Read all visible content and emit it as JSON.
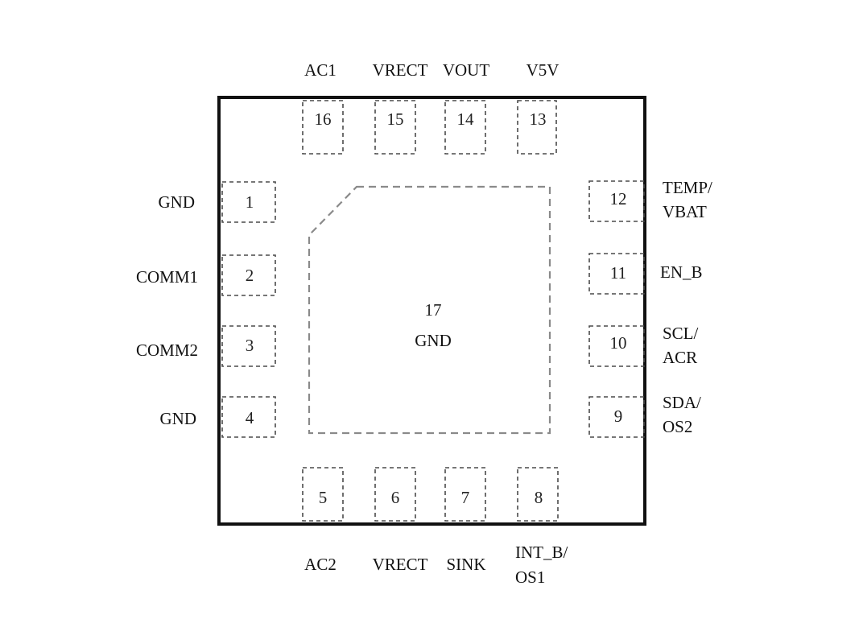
{
  "pins": [
    {
      "number": "1",
      "name": [
        "GND"
      ]
    },
    {
      "number": "2",
      "name": [
        "COMM1"
      ]
    },
    {
      "number": "3",
      "name": [
        "COMM2"
      ]
    },
    {
      "number": "4",
      "name": [
        "GND"
      ]
    },
    {
      "number": "5",
      "name": [
        "AC2"
      ]
    },
    {
      "number": "6",
      "name": [
        "VRECT"
      ]
    },
    {
      "number": "7",
      "name": [
        "SINK"
      ]
    },
    {
      "number": "8",
      "name": [
        "INT_B/",
        "OS1"
      ]
    },
    {
      "number": "9",
      "name": [
        "SDA/",
        "OS2"
      ]
    },
    {
      "number": "10",
      "name": [
        "SCL/",
        "ACR"
      ]
    },
    {
      "number": "11",
      "name": [
        "EN_B"
      ]
    },
    {
      "number": "12",
      "name": [
        "TEMP/",
        "VBAT"
      ]
    },
    {
      "number": "13",
      "name": [
        "V5V"
      ]
    },
    {
      "number": "14",
      "name": [
        "VOUT"
      ]
    },
    {
      "number": "15",
      "name": [
        "VRECT"
      ]
    },
    {
      "number": "16",
      "name": [
        "AC1"
      ]
    }
  ],
  "thermal_pad": {
    "number": "17",
    "name": "GND"
  }
}
